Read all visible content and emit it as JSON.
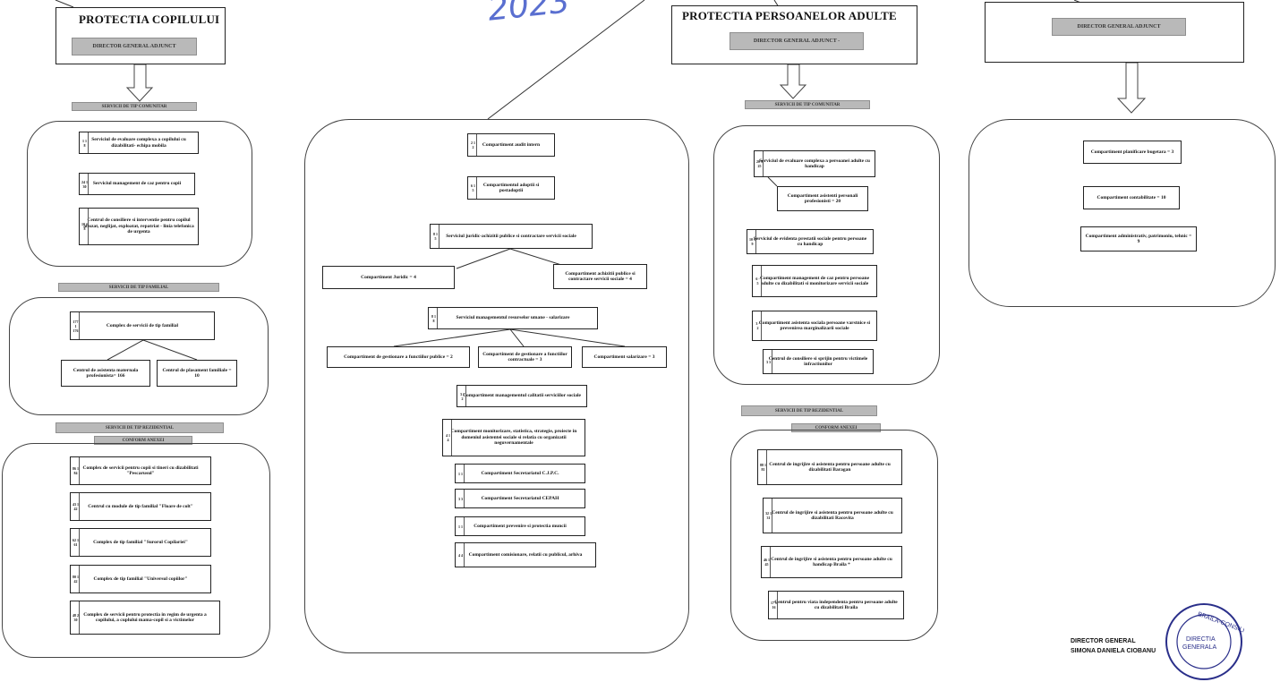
{
  "handwritten": "2023",
  "col1": {
    "title": "PROTECTIA COPILULUI",
    "director": "DIRECTOR GENERAL ADJUNCT",
    "comunitar": "SERVICII DE TIP COMUNITAR",
    "comunitar_items": [
      {
        "num": "1 1 8",
        "text": "Serviciul de evaluare complexa a copilului cu dizabilitati- echipa mobila"
      },
      {
        "num": "24 1 30",
        "text": "Serviciul management de caz pentru copii"
      },
      {
        "num": "10 1 8",
        "text": "Centrul de consiliere si interventie pentru copilul abuzat, neglijat, exploatat, repatriat - linia telefonica de urgenta"
      }
    ],
    "familial": "SERVICII DE TIP FAMILIAL",
    "familial_main": {
      "num": "177 1 176",
      "text": "Complex de servicii de tip familial"
    },
    "familial_sub": [
      {
        "text": "Centrul de asistenta maternala profesionista= 166"
      },
      {
        "text": "Centrul de plasament familiale = 10"
      }
    ],
    "rezidential": "SERVICII DE TIP REZIDENTIAL",
    "anexe": "CONFORM ANEXEI",
    "rezidential_items": [
      {
        "num": "86 1 84",
        "text": "Complex de servicii pentru copii si tineri cu dizabilitati \"Pescarusul\""
      },
      {
        "num": "43 1 42",
        "text": "Centrul cu module de tip familial \"Floare de colt\""
      },
      {
        "num": "62 1 61",
        "text": "Complex de tip familial \"Surorul Copilariei\""
      },
      {
        "num": "80 1 42",
        "text": "Complex de tip familial \"Universul copiilor\""
      },
      {
        "num": "48 2 30",
        "text": "Complex de servicii pentru protectia in regim de urgenta a copilului, a cuplului mama-copil si a victimelor"
      }
    ]
  },
  "col2": {
    "items_top": [
      {
        "num": "2 1 2",
        "text": "Compartiment audit intern"
      },
      {
        "num": "6 1 5",
        "text": "Compartimentul adoptii si postadoptii"
      },
      {
        "num": "8 1 5",
        "text": "Serviciul juridic-achizitii publice si contractare servicii sociale"
      }
    ],
    "juridic_sub": [
      {
        "text": "Compartiment Juridic = 4"
      },
      {
        "text": "Compartiment achizitii publice si contractare servicii sociale = 4"
      }
    ],
    "resurse": {
      "num": "8 1 8",
      "text": "Serviciul managementul resurselor umane - salarizare"
    },
    "resurse_sub": [
      {
        "text": "Compartiment de gestionare a functiilor publice = 2"
      },
      {
        "text": "Compartiment de gestionare a functiilor contractuale = 3"
      },
      {
        "text": "Compartiment salarizare = 3"
      }
    ],
    "items_bottom": [
      {
        "num": "3 1 2",
        "text": "Compartiment managementul calitatii serviciilor sociale"
      },
      {
        "num": "4 1 4",
        "text": "Compartiment monitorizare, statistica, strategie, proiecte in domeniul asistentei sociale si relatia cu organizatii neguvernamentale"
      },
      {
        "num": "1 1",
        "text": "Compartiment Secretariatul C.J.P.C."
      },
      {
        "num": "3 3",
        "text": "Compartiment Secretariatul CEPAH"
      },
      {
        "num": "1 1",
        "text": "Compartiment prevenire si protectia muncii"
      },
      {
        "num": "4 4",
        "text": "Compartiment comisionare, relatii cu publicul, arhiva"
      }
    ]
  },
  "col3": {
    "title": "PROTECTIA PERSOANELOR ADULTE",
    "director": "DIRECTOR GENERAL ADJUNCT -",
    "comunitar": "SERVICII DE TIP COMUNITAR",
    "comunitar_items": [
      {
        "num": "20 1 25",
        "text": "Serviciul de evaluare complexa a persoanei adulte cu handicap"
      },
      {
        "num": "",
        "text": "Compartiment asistenti personali profesionisti = 20"
      },
      {
        "num": "10 1 9",
        "text": "Serviciul de evidenta prestatii sociale pentru persoane cu handicap"
      },
      {
        "num": "6 - 5",
        "text": "Compartiment management de caz pentru persoane adulte cu dizabilitati si monitorizare servicii sociale"
      },
      {
        "num": "3 - 2",
        "text": "Compartiment asistenta sociala persoane varstnice si prevenirea marginalizarii sociale"
      },
      {
        "num": "3 3",
        "text": "Centrul de consiliere si sprijin pentru victimele infractiunilor"
      }
    ],
    "rezidential": "SERVICII DE TIP REZIDENTIAL",
    "anexe": "CONFORM ANEXEI",
    "rezidential_items": [
      {
        "num": "88 1 81",
        "text": "Centrul de ingrijire si asistenta pentru persoane adulte cu dizabilitati Baragan"
      },
      {
        "num": "32 1 31",
        "text": "Centrul de ingrijire si asistenta pentru persoane adulte cu dizabilitati Racovita"
      },
      {
        "num": "46 1 45",
        "text": "Centrul de ingrijire si asistenta pentru persoane adulte cu handicap Braila *"
      },
      {
        "num": "17 1 16",
        "text": "Centrul pentru viata independenta pentru persoane adulte cu dizabilitati Braila"
      }
    ]
  },
  "col4": {
    "director": "DIRECTOR GENERAL ADJUNCT",
    "items": [
      {
        "text": "Compartiment planificare bugetara = 3"
      },
      {
        "text": "Compartiment contabilitate = 10"
      },
      {
        "text": "Compartiment administrativ, patrimoniu, tehnic = 9"
      }
    ]
  },
  "signature": {
    "line1": "DIRECTOR GENERAL",
    "line2": "SIMONA DANIELA CIOBANU",
    "stamp_text": "BRAILA-CONSILIUL DIRECTIA GENERALA"
  }
}
